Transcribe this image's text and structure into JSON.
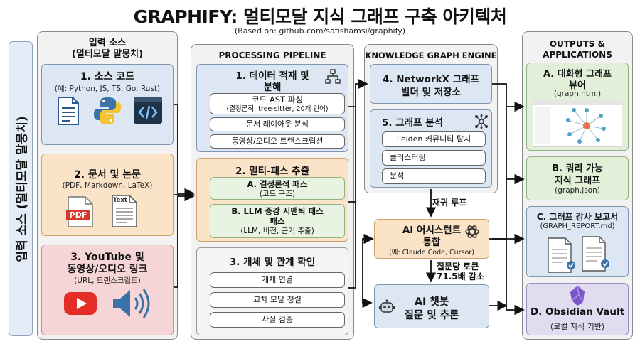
{
  "header": {
    "title": "GRAPHIFY: 멀티모달 지식 그래프 구축 아키텍처",
    "subtitle": "(Based on: github.com/safishamsi/graphify)"
  },
  "vertical_label": "입력 소스 (멀티모달 말뭉치)",
  "input": {
    "heading1": "입력 소스",
    "heading2": "(멀티모달 말뭉치)",
    "box1": {
      "title": "1. 소스 코드",
      "sub": "(예: Python, JS, TS, Go, Rust)"
    },
    "box2": {
      "title": "2. 문서 및 논문",
      "sub": "(PDF, Markdown, LaTeX)",
      "pdf_label": "PDF",
      "text_label": "Text"
    },
    "box3": {
      "title1": "3. YouTube 및",
      "title2": "동영상/오디오 링크",
      "sub": "(URL, 트랜스크립트)"
    }
  },
  "pipeline": {
    "heading": "PROCESSING PIPELINE",
    "step1": {
      "title1": "1. 데이터 적재 및",
      "title2": "분해",
      "items": [
        {
          "line1": "코드 AST 파싱",
          "line2": "(결정론적, tree-sitter, 20개 언어)"
        },
        {
          "line1": "문서 레이아웃 분석"
        },
        {
          "line1": "동영상/오디오 트랜스크립션"
        }
      ]
    },
    "step2": {
      "title": "2. 멀티-패스 추출",
      "a": {
        "line1": "A. 결정론적 패스",
        "line2": "(코드 구조)"
      },
      "b": {
        "line1": "B. LLM 증강 시맨틱 패스",
        "line2": "패스",
        "line3": "(LLM, 비전, 근거 추출)"
      }
    },
    "step3": {
      "title": "3. 개체 및 관계 확인",
      "items": [
        "개체 연결",
        "교차 모달 정렬",
        "사실 검증"
      ]
    }
  },
  "engine": {
    "heading": "KNOWLEDGE GRAPH ENGINE",
    "step4": {
      "title1": "4. NetworkX 그래프",
      "title2": "빌더 및 저장소"
    },
    "step5": {
      "title": "5. 그래프 분석",
      "items": [
        "Leiden 커뮤니티 탐지",
        "클러스터링",
        "분석"
      ]
    },
    "loop_label": "재귀 루프",
    "assistant": {
      "title1": "AI 어시스턴트",
      "title2": "통합",
      "sub": "(예: Claude Code, Cursor)"
    },
    "token_label1": "질문당 토큰",
    "token_label2": "71.5배 감소",
    "chatbot": {
      "title1": "AI 챗봇",
      "title2": "질문 및 추론"
    }
  },
  "outputs": {
    "heading1": "OUTPUTS &",
    "heading2": "APPLICATIONS",
    "a": {
      "title1": "A. 대화형 그래프",
      "title2": "뷰어",
      "sub": "(graph.html)"
    },
    "b": {
      "title1": "B. 쿼리 가능",
      "title2": "지식 그래프",
      "sub": "(graph.json)"
    },
    "c": {
      "title": "C. 그래프 감사 보고서",
      "sub": "(GRAPH_REPORT.md)"
    },
    "d": {
      "title": "D. Obsidian Vault",
      "sub": "(로컬 지식 기반)"
    }
  },
  "colors": {
    "blue": "#dce7f3",
    "orange": "#fbe3c7",
    "pink": "#f6d5d7",
    "green": "#e2efd9",
    "lavender": "#e2dcf0",
    "python_blue": "#3b73a8",
    "python_yellow": "#f4c430",
    "youtube_red": "#e52d27",
    "pdf_red": "#d9372b"
  }
}
